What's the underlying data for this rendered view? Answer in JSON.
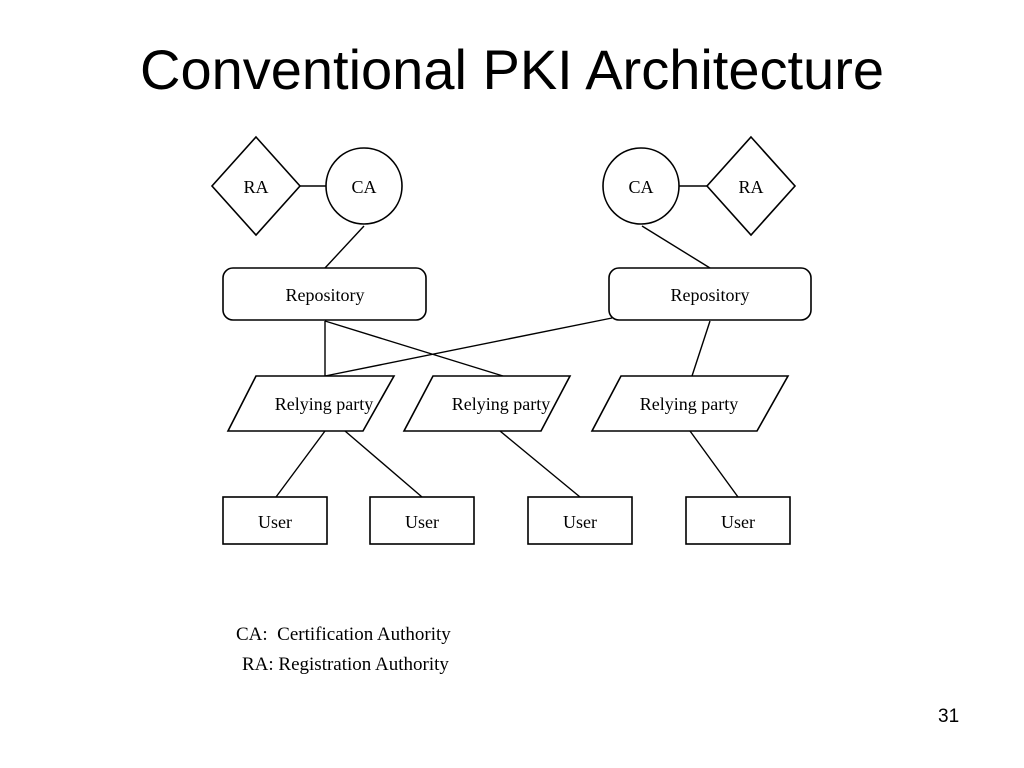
{
  "slide": {
    "title": "Conventional PKI Architecture",
    "page_number": "31"
  },
  "diagram": {
    "ra_label": "RA",
    "ca_label": "CA",
    "repository_label": "Repository",
    "relying_party_label": "Relying party",
    "user_label": "User",
    "connections": [
      [
        "ra-left",
        "ca-left"
      ],
      [
        "ca-left",
        "repository-left"
      ],
      [
        "ca-right",
        "ra-right"
      ],
      [
        "ca-right",
        "repository-right"
      ],
      [
        "repository-left",
        "relying-party-1"
      ],
      [
        "repository-left",
        "relying-party-2"
      ],
      [
        "repository-right",
        "relying-party-1"
      ],
      [
        "repository-right",
        "relying-party-3"
      ],
      [
        "relying-party-1",
        "user-1"
      ],
      [
        "relying-party-1",
        "user-2"
      ],
      [
        "relying-party-2",
        "user-3"
      ],
      [
        "relying-party-3",
        "user-4"
      ]
    ]
  },
  "legend": {
    "ca_line": "CA:  Certification Authority",
    "ra_line": "RA: Registration Authority"
  }
}
